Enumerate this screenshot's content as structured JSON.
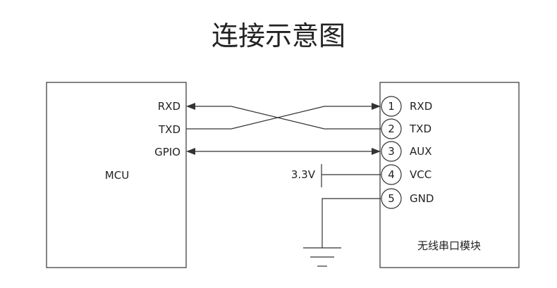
{
  "title": "连接示意图",
  "mcu": {
    "name": "MCU",
    "pins": {
      "rxd": "RXD",
      "txd": "TXD",
      "gpio": "GPIO"
    }
  },
  "module": {
    "name": "无线串口模块",
    "pins": [
      {
        "num": "1",
        "label": "RXD"
      },
      {
        "num": "2",
        "label": "TXD"
      },
      {
        "num": "3",
        "label": "AUX"
      },
      {
        "num": "4",
        "label": "VCC"
      },
      {
        "num": "5",
        "label": "GND"
      }
    ]
  },
  "power": {
    "voltage": "3.3V"
  }
}
